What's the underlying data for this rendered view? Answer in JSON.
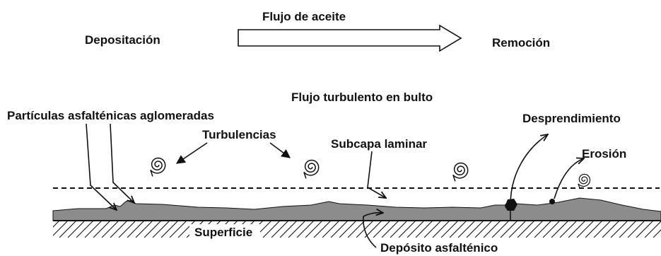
{
  "labels": {
    "oil_flow": "Flujo de aceite",
    "deposition": "Depositación",
    "removal": "Remoción",
    "bulk_turbulent_flow": "Flujo turbulento en bulto",
    "agglomerated_particles": "Partículas asfalténicas aglomeradas",
    "turbulences": "Turbulencias",
    "laminar_sublayer": "Subcapa laminar",
    "detachment": "Desprendimiento",
    "erosion": "Erosión",
    "surface": "Superficie",
    "asphaltene_deposit": "Depósito asfalténico"
  },
  "colors": {
    "ink": "#111111",
    "deposit": "#8c8c8c"
  }
}
